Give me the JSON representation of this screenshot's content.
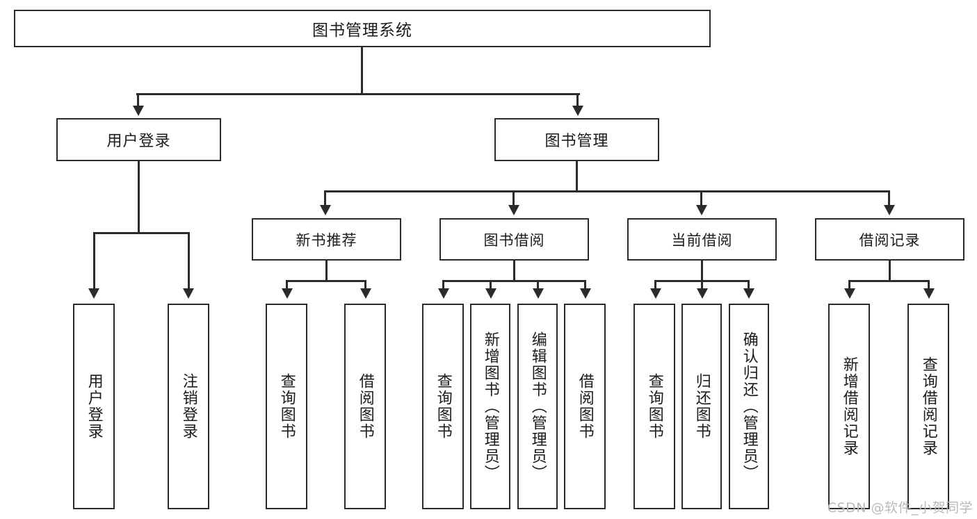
{
  "diagram": {
    "title": "图书管理系统",
    "type": "功能结构图",
    "watermark": "CSDN @软件_小贺同学",
    "colors": {
      "stroke": "#2b2b2b",
      "fill": "#ffffff",
      "text": "#1b1b1b",
      "watermark": "#b9b9b9"
    },
    "root": {
      "label": "图书管理系统"
    },
    "level2": [
      {
        "label": "用户登录"
      },
      {
        "label": "图书管理"
      }
    ],
    "level3": [
      {
        "label": "新书推荐"
      },
      {
        "label": "图书借阅"
      },
      {
        "label": "当前借阅"
      },
      {
        "label": "借阅记录"
      }
    ],
    "leaves": {
      "user_login": [
        {
          "label": "用户登录"
        },
        {
          "label": "注销登录"
        }
      ],
      "new_book": [
        {
          "label": "查询图书"
        },
        {
          "label": "借阅图书"
        }
      ],
      "book_borrow": [
        {
          "label": "查询图书"
        },
        {
          "label": "新增图书（管理员）"
        },
        {
          "label": "编辑图书（管理员）"
        },
        {
          "label": "借阅图书"
        }
      ],
      "current_borrow": [
        {
          "label": "查询图书"
        },
        {
          "label": "归还图书"
        },
        {
          "label": "确认归还（管理员）"
        }
      ],
      "borrow_record": [
        {
          "label": "新增借阅记录"
        },
        {
          "label": "查询借阅记录"
        }
      ]
    }
  }
}
